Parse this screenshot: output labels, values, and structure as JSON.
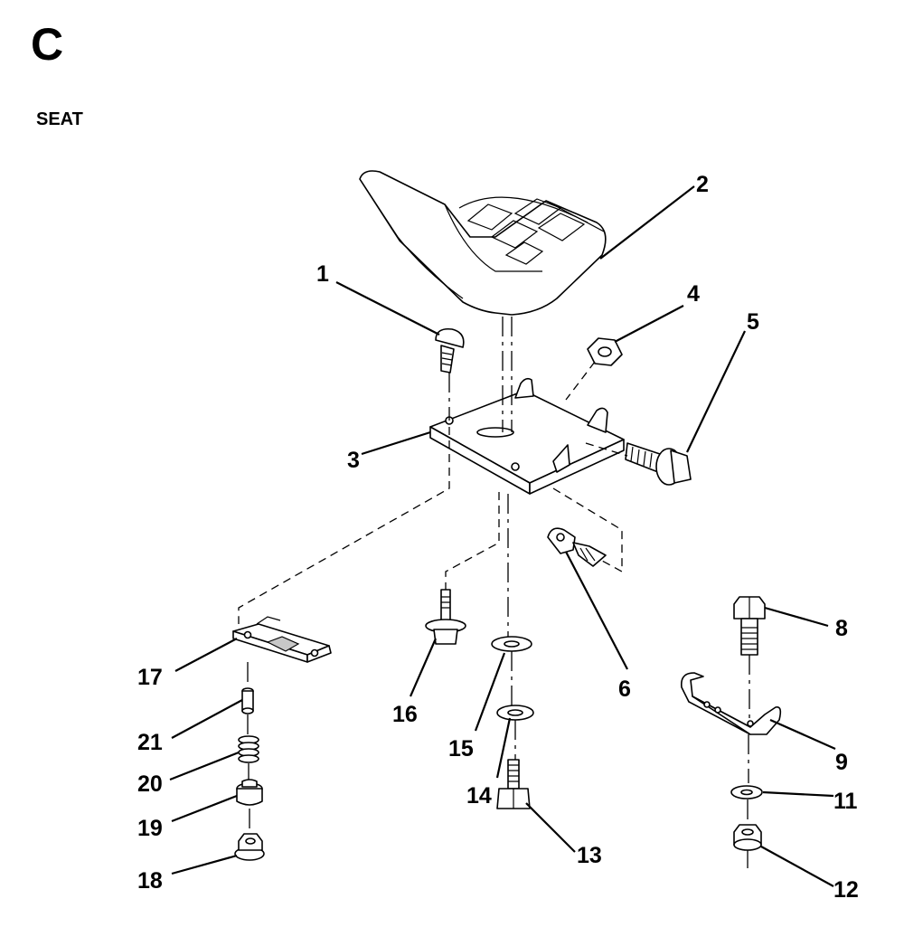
{
  "header": {
    "section_letter": "C",
    "title": "SEAT"
  },
  "callouts": [
    {
      "id": "1",
      "part": "seat-bolt"
    },
    {
      "id": "2",
      "part": "seat"
    },
    {
      "id": "3",
      "part": "seat-bracket"
    },
    {
      "id": "4",
      "part": "nut"
    },
    {
      "id": "5",
      "part": "flange-screw"
    },
    {
      "id": "6",
      "part": "adjusting-clip"
    },
    {
      "id": "8",
      "part": "hex-bolt"
    },
    {
      "id": "9",
      "part": "hinge-bracket"
    },
    {
      "id": "11",
      "part": "washer"
    },
    {
      "id": "12",
      "part": "lock-nut"
    },
    {
      "id": "13",
      "part": "hex-screw"
    },
    {
      "id": "14",
      "part": "washer"
    },
    {
      "id": "15",
      "part": "washer"
    },
    {
      "id": "16",
      "part": "shoulder-bolt"
    },
    {
      "id": "17",
      "part": "slide-plate"
    },
    {
      "id": "18",
      "part": "flange-nut"
    },
    {
      "id": "19",
      "part": "bushing"
    },
    {
      "id": "20",
      "part": "spring"
    },
    {
      "id": "21",
      "part": "pin"
    }
  ]
}
